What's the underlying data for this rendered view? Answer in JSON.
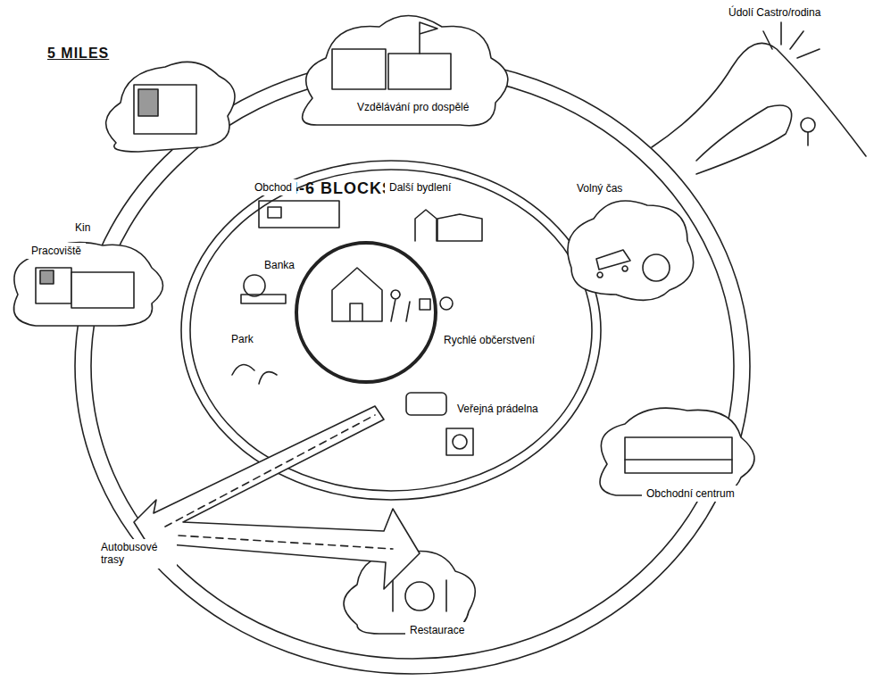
{
  "diagram": {
    "labels": [
      "5 MILES",
      "Údolí Castro/rodina",
      "Vzdělávání pro dospělé",
      "4-6 BLOCKS",
      "Obchod",
      "Další bydlení",
      "Volný čas",
      "Kin",
      "Pracoviště",
      "Banka",
      "Park",
      "Rychlé občerstvení",
      "Veřejná prádelna",
      "Obchodní centrum",
      "Autobusové trasy",
      "Restaurace"
    ]
  }
}
